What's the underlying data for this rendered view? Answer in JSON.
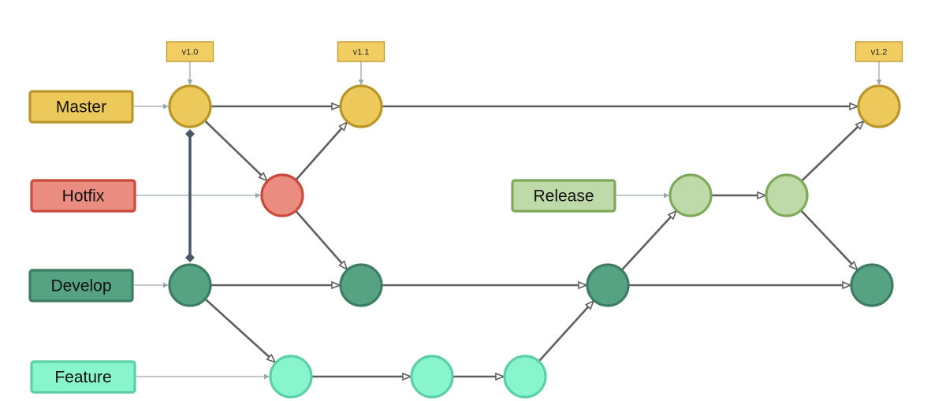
{
  "branches": [
    {
      "id": "master",
      "label": "Master",
      "fill": "#ecc95a",
      "stroke": "#b8962b"
    },
    {
      "id": "hotfix",
      "label": "Hotfix",
      "fill": "#ea8c80",
      "stroke": "#c9493b"
    },
    {
      "id": "release",
      "label": "Release",
      "fill": "#bfdaa9",
      "stroke": "#7ea95b"
    },
    {
      "id": "develop",
      "label": "Develop",
      "fill": "#56a383",
      "stroke": "#3d7d63"
    },
    {
      "id": "feature",
      "label": "Feature",
      "fill": "#88f5cd",
      "stroke": "#5ccfa6"
    }
  ],
  "tags": [
    {
      "id": "v1-0",
      "label": "v1.0",
      "commit": "m1"
    },
    {
      "id": "v1-1",
      "label": "v1.1",
      "commit": "m2"
    },
    {
      "id": "v1-2",
      "label": "v1.2",
      "commit": "m3"
    }
  ],
  "commits": [
    {
      "id": "m1",
      "branch": "master"
    },
    {
      "id": "m2",
      "branch": "master"
    },
    {
      "id": "m3",
      "branch": "master"
    },
    {
      "id": "h1",
      "branch": "hotfix"
    },
    {
      "id": "r1",
      "branch": "release"
    },
    {
      "id": "r2",
      "branch": "release"
    },
    {
      "id": "d1",
      "branch": "develop"
    },
    {
      "id": "d2",
      "branch": "develop"
    },
    {
      "id": "d3",
      "branch": "develop"
    },
    {
      "id": "d4",
      "branch": "develop"
    },
    {
      "id": "f1",
      "branch": "feature"
    },
    {
      "id": "f2",
      "branch": "feature"
    },
    {
      "id": "f3",
      "branch": "feature"
    }
  ],
  "edges": [
    {
      "from": "m1",
      "to": "m2"
    },
    {
      "from": "m1",
      "to": "h1"
    },
    {
      "from": "h1",
      "to": "m2"
    },
    {
      "from": "h1",
      "to": "d2"
    },
    {
      "from": "m2",
      "to": "m3"
    },
    {
      "from": "d1",
      "to": "d2"
    },
    {
      "from": "d1",
      "to": "f1"
    },
    {
      "from": "d2",
      "to": "d3"
    },
    {
      "from": "f1",
      "to": "f2"
    },
    {
      "from": "f2",
      "to": "f3"
    },
    {
      "from": "f3",
      "to": "d3"
    },
    {
      "from": "d3",
      "to": "r1"
    },
    {
      "from": "d3",
      "to": "d4"
    },
    {
      "from": "r1",
      "to": "r2"
    },
    {
      "from": "r2",
      "to": "m3"
    },
    {
      "from": "r2",
      "to": "d4"
    }
  ],
  "link": {
    "from": "m1",
    "to": "d1",
    "color": "#4a5663"
  },
  "colors": {
    "edge": "#5f5f5f",
    "connector": "#9aa7ad",
    "tag_fill": "#f2cd61",
    "tag_stroke": "#b8962b"
  }
}
